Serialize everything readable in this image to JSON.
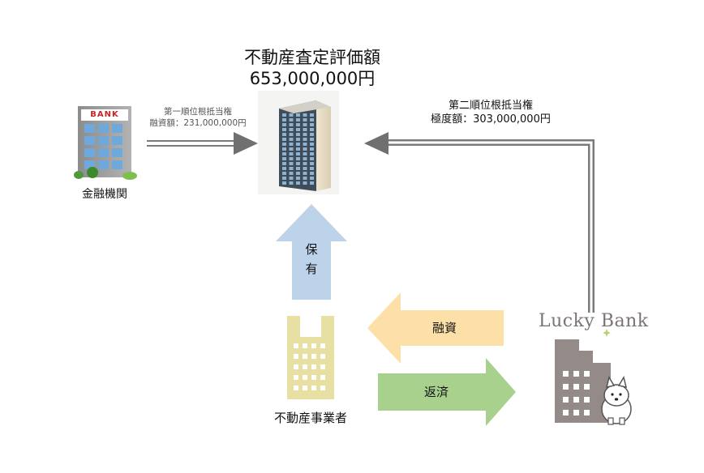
{
  "property": {
    "title": "不動産査定評価額",
    "value": "653,000,000円"
  },
  "bank": {
    "sign": "BANK",
    "label": "金融機関",
    "mortgage_rank": "第一順位根抵当権",
    "loan_amount": "融資額：231,000,000円"
  },
  "lender": {
    "logo_text": "Lucky Bank",
    "mortgage_rank": "第二順位根抵当権",
    "limit_amount": "極度額：303,000,000円"
  },
  "business": {
    "label": "不動産事業者",
    "holding_label": "保有"
  },
  "flows": {
    "loan_label": "融資",
    "repay_label": "返済"
  },
  "colors": {
    "holding_arrow": "#bcd3ea",
    "loan_arrow": "#fde0a8",
    "repay_arrow": "#a9d18e",
    "business_building": "#e8e0a3",
    "lender_building": "#948b89",
    "connector": "#7a7a7a"
  }
}
